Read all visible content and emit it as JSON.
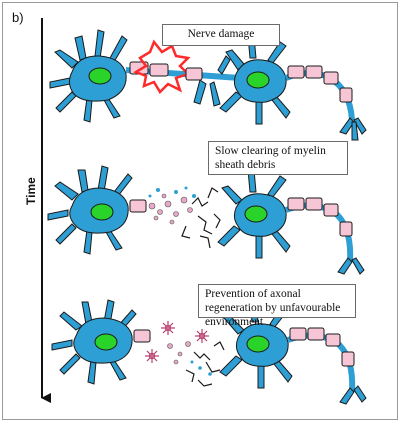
{
  "figure": {
    "panel_label": "b)",
    "axis_label": "Time"
  },
  "stages": [
    {
      "caption": "Nerve damage"
    },
    {
      "caption": "Slow clearing of myelin sheath debris"
    },
    {
      "caption": "Prevention of axonal regeneration by unfavourable environment"
    }
  ],
  "colors": {
    "neuron_body": "#2e9fd4",
    "neuron_outline": "#1a1a1a",
    "nucleus": "#2ad32a",
    "myelin": "#f6c6d6",
    "damage": "#ff2a2a",
    "debris": "#e8a8c8",
    "macrophage": "#d46a8a"
  }
}
